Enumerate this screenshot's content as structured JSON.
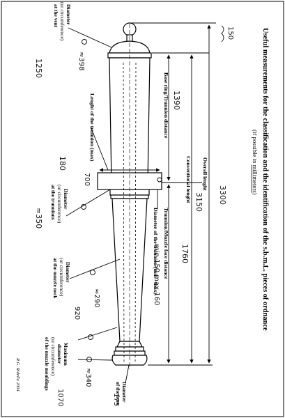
{
  "title": "Useful measurements for the classification and the identification of the s.b.m.L. pieces of ordnance",
  "subtitle_prefix": "(if possible in ",
  "subtitle_units": "millimeters",
  "subtitle_suffix": ")",
  "credit": "R.G. Ridella 2004",
  "labels": {
    "diameter_vent": [
      "Diameter",
      "(or circumference)",
      "at the vent"
    ],
    "base_ring": "Base ring/Trunnion distance",
    "trunnion_length": [
      "Lenght of the trunnion (max)"
    ],
    "diameter_trunnions": [
      "Diameter",
      "(or circumference)",
      "at the trunnions"
    ],
    "overall": "Overall lenght",
    "conventional": "Conventional lenght",
    "trunnion_muzzle": "Trunnion/Muzzle face distance",
    "trunnion_diameter": "Diameter of the trunnion (min - max)",
    "diameter_neck": [
      "Diameter",
      "(or circumference)",
      "at the muzzle neck"
    ],
    "max_diameter": [
      "Maximum",
      "diameter",
      "(or circumference)",
      "of the muzzle mouldings"
    ],
    "bore": [
      "Diameter",
      "of the bore"
    ]
  },
  "handwritten": {
    "overall_150": "150",
    "vent_398": "≈398",
    "vent_1250": "1250",
    "base_ring_1390": "1390",
    "trunnion_len_180": "180",
    "trunnion_700": "700",
    "trunnion_diam_350": "≈350",
    "overall_3300": "3300",
    "conventional_3150": "3150",
    "trunnion_muzzle_1760": "1760",
    "trunnion_minmax": "min 150 max 160",
    "neck_290": "≈290",
    "neck_920": "920",
    "moulding_340": "≈340",
    "moulding_1070": "1070",
    "bore_175": "175"
  }
}
